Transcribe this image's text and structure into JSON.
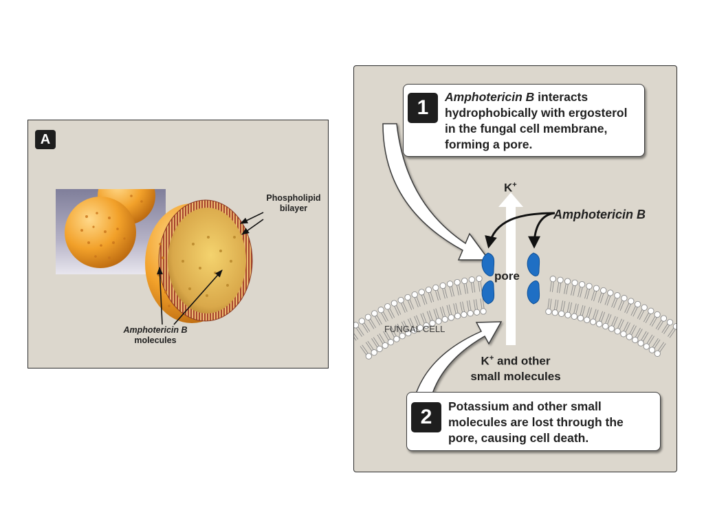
{
  "panel_a": {
    "badge": "A",
    "phospholipid_label": "Phospholipid\nbilayer",
    "amphotericin_label_italic": "Amphotericin B",
    "amphotericin_label_rest": "molecules"
  },
  "panel_b": {
    "step1": {
      "number": "1",
      "drug_name": "Amphotericin B",
      "text": " interacts hydrophobically with ergosterol in the fungal cell membrane, forming a pore."
    },
    "step2": {
      "number": "2",
      "text": "Potassium and other small molecules are lost through the pore, causing cell death."
    },
    "k_label": "K",
    "k_sup": "+",
    "drug_label": "Amphotericin B",
    "pore_label": "pore",
    "fungal_cell_label": "FUNGAL CELL",
    "bottom_k": "K",
    "bottom_sup": "+",
    "bottom_rest": " and other",
    "bottom_line2": "small molecules"
  },
  "colors": {
    "panel_bg": "#dcd7cd",
    "pore_blue": "#1f6fc4",
    "sphere_orange": "#f2a12a",
    "bilayer_red": "#a8442c"
  }
}
